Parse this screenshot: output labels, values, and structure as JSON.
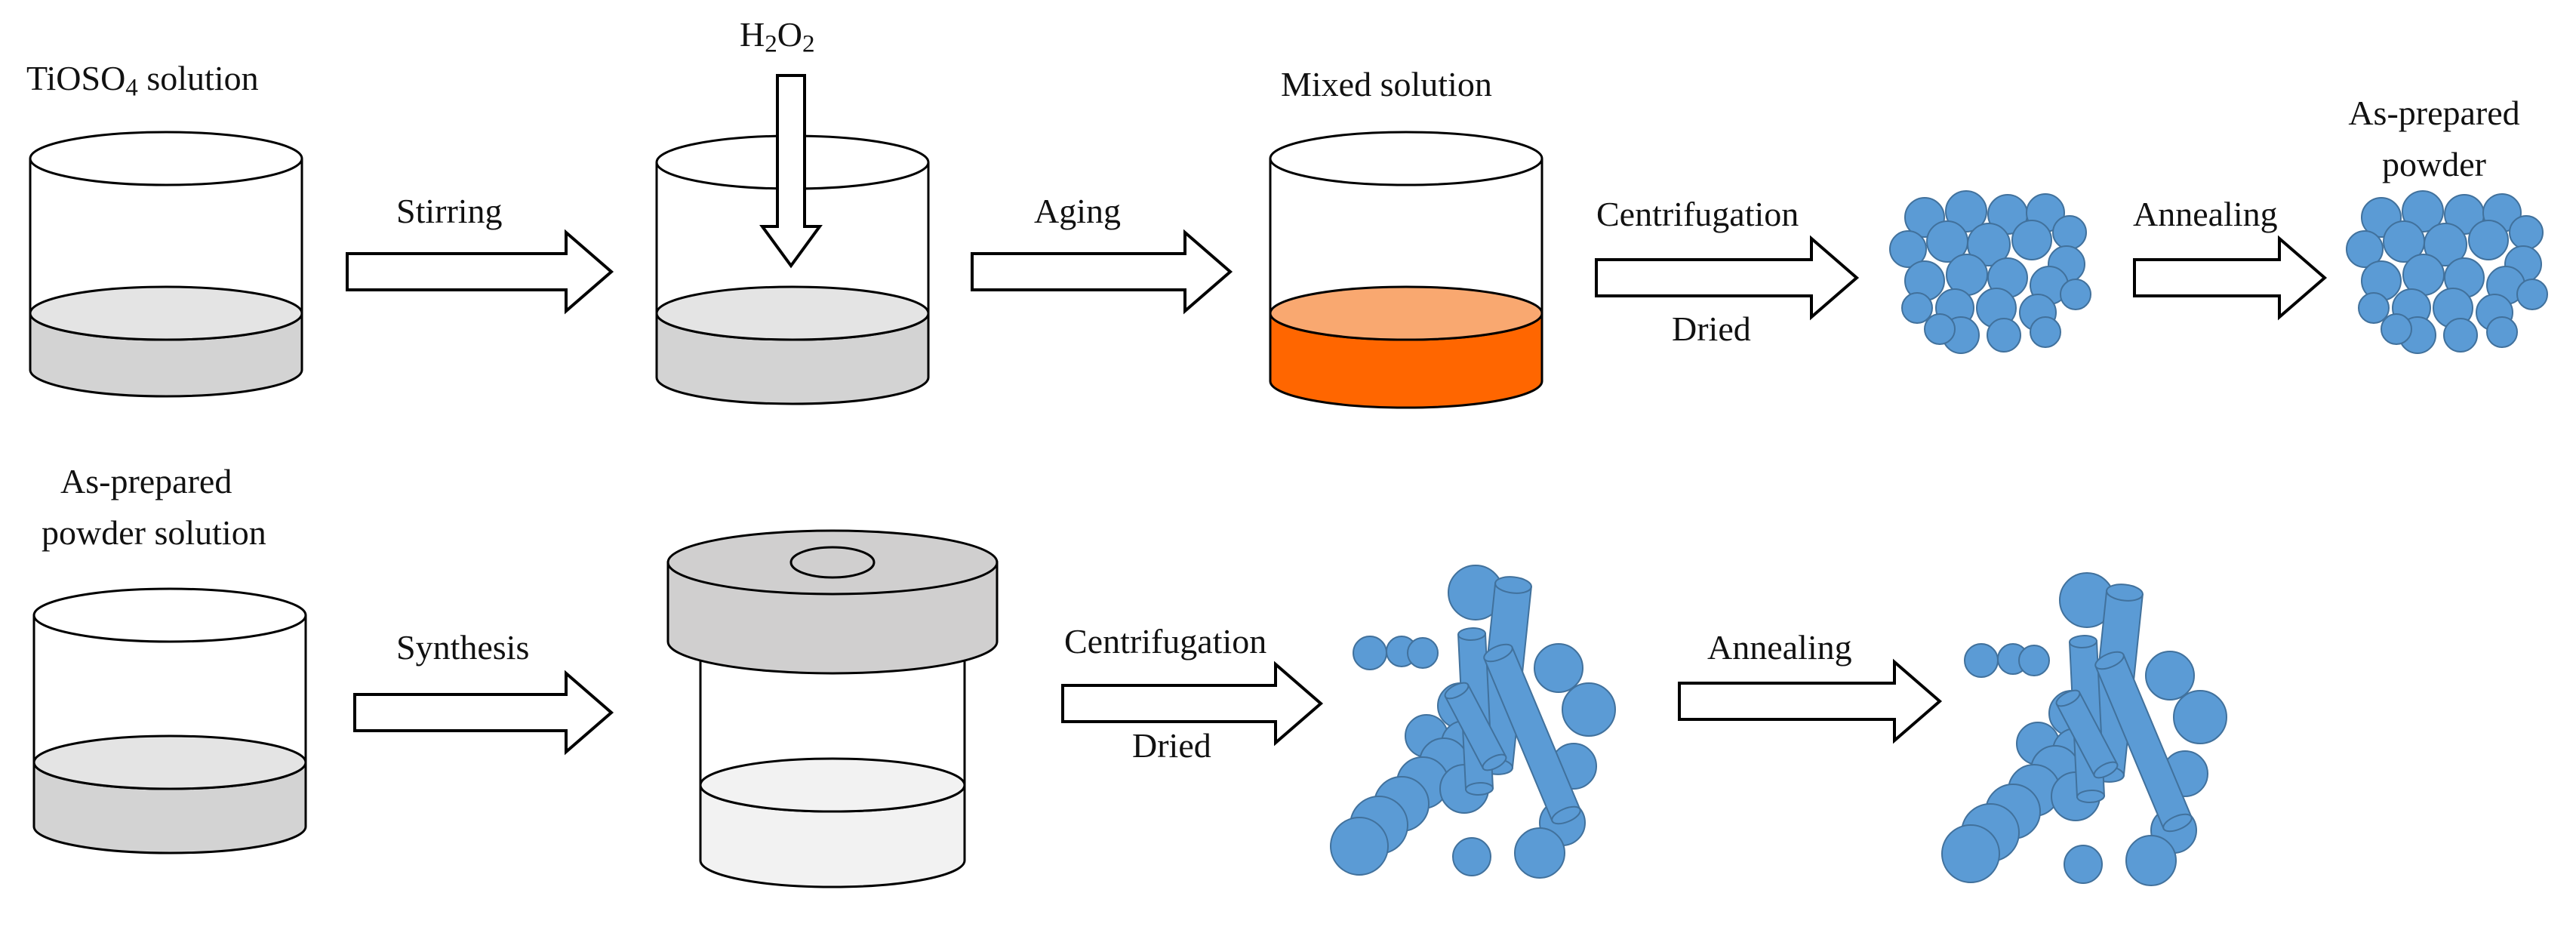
{
  "labels": {
    "tioso4": {
      "pre": "TiOSO",
      "sub": "4",
      "post": " solution"
    },
    "h2o2": {
      "a": "H",
      "s1": "2",
      "b": "O",
      "s2": "2"
    },
    "mixed_solution": "Mixed solution",
    "as_prepared_1": "As-prepared",
    "powder": "powder",
    "as_prepared_2": "As-prepared",
    "powder_solution": "powder  solution"
  },
  "arrows": {
    "stirring": "Stirring",
    "aging": "Aging",
    "centrifugation_1": "Centrifugation",
    "dried_1": "Dried",
    "annealing_1": "Annealing",
    "synthesis": "Synthesis",
    "centrifugation_2": "Centrifugation",
    "dried_2": "Dried",
    "annealing_2": "Annealing"
  },
  "colors": {
    "stroke": "#000000",
    "liquid_gray": "#d3d3d3",
    "liquid_gray_top": "#e4e4e4",
    "liquid_orange": "#ff6600",
    "liquid_orange_top": "#f9a870",
    "particle_blue": "#5b9bd5",
    "particle_edge": "#41719c",
    "autoclave_gray": "#d0cfcf",
    "autoclave_liquid": "#f2f2f2"
  }
}
